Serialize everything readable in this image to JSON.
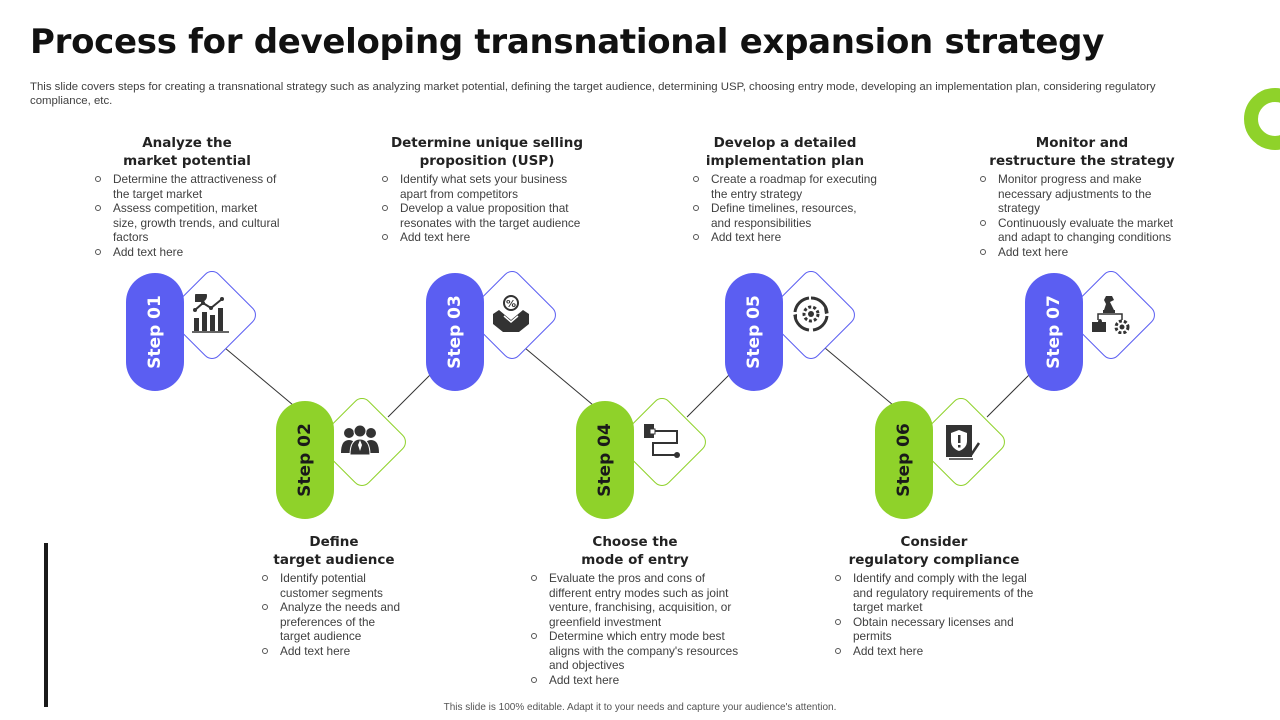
{
  "title": "Process for developing transnational expansion strategy",
  "subtitle": "This slide covers steps for creating a transnational strategy such as analyzing market potential, defining the target audience, determining USP, choosing entry mode, developing an implementation plan, considering regulatory compliance, etc.",
  "footer": "This slide is 100% editable. Adapt it to your needs and capture your audience's attention.",
  "colors": {
    "blue": "#5b5ef2",
    "green": "#8fd22a",
    "text": "#404040"
  },
  "steps": [
    {
      "label": "Step 01",
      "heading": [
        "Analyze the",
        "market potential"
      ],
      "icon": "chart-icon",
      "bullets": [
        "Determine the attractiveness of the target market",
        "Assess competition, market size, growth trends, and cultural factors",
        "Add text here"
      ]
    },
    {
      "label": "Step 02",
      "heading": [
        "Define",
        "target audience"
      ],
      "icon": "people-icon",
      "bullets": [
        "Identify potential customer segments",
        "Analyze the needs and preferences of the target audience",
        "Add text here"
      ]
    },
    {
      "label": "Step 03",
      "heading": [
        "Determine unique selling",
        "proposition (USP)"
      ],
      "icon": "hands-percent-icon",
      "bullets": [
        "Identify what sets your business apart from competitors",
        "Develop a value proposition that resonates with the target audience",
        "Add text here"
      ]
    },
    {
      "label": "Step 04",
      "heading": [
        "Choose the",
        "mode of entry"
      ],
      "icon": "flow-path-icon",
      "bullets": [
        "Evaluate the pros and cons of different entry modes such as joint venture, franchising, acquisition, or greenfield investment",
        "Determine which entry mode best aligns with the company's resources and objectives",
        "Add text here"
      ]
    },
    {
      "label": "Step 05",
      "heading": [
        "Develop a detailed",
        "implementation plan"
      ],
      "icon": "cycle-gear-icon",
      "bullets": [
        "Create a roadmap for executing the entry strategy",
        "Define timelines, resources, and responsibilities",
        "Add text here"
      ]
    },
    {
      "label": "Step 06",
      "heading": [
        "Consider",
        "regulatory compliance"
      ],
      "icon": "shield-document-icon",
      "bullets": [
        "Identify and comply with the legal and regulatory requirements of the target market",
        "Obtain necessary licenses and permits",
        "Add text here"
      ]
    },
    {
      "label": "Step 07",
      "heading": [
        "Monitor and",
        "restructure the strategy"
      ],
      "icon": "strategy-puzzle-icon",
      "bullets": [
        "Monitor progress and make necessary adjustments to the strategy",
        "Continuously evaluate the market and adapt to changing conditions",
        "Add text here"
      ]
    }
  ]
}
